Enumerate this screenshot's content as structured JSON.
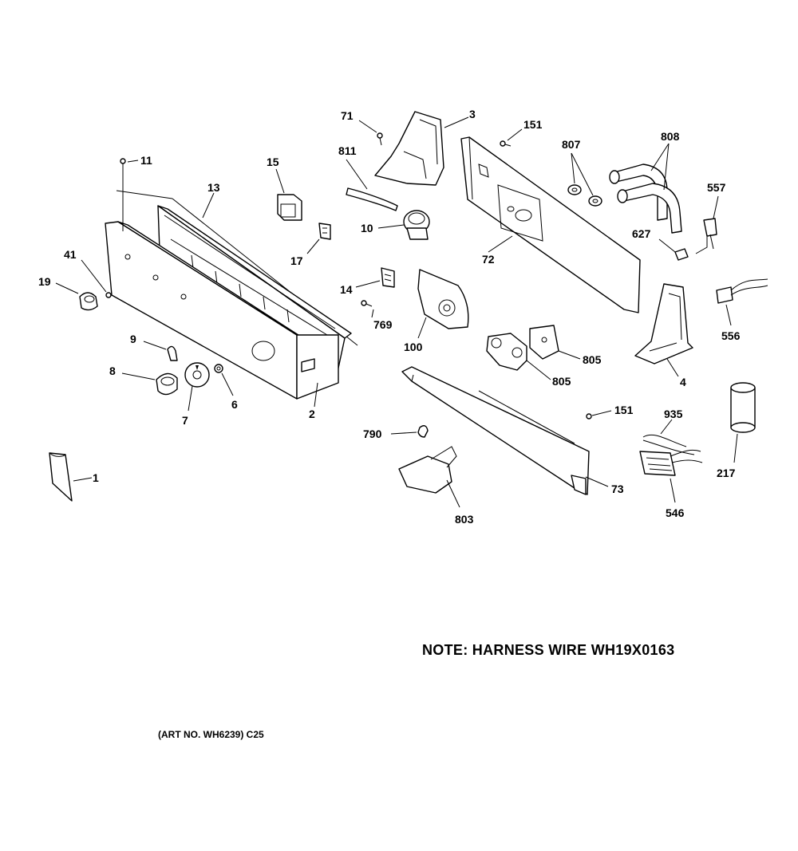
{
  "note": "NOTE: HARNESS WIRE WH19X0163",
  "art_number": "(ART NO. WH6239) C25",
  "callouts": {
    "c1": "1",
    "c2": "2",
    "c3": "3",
    "c4": "4",
    "c6": "6",
    "c7": "7",
    "c8": "8",
    "c9": "9",
    "c10": "10",
    "c11": "11",
    "c13": "13",
    "c14": "14",
    "c15": "15",
    "c17": "17",
    "c19": "19",
    "c41": "41",
    "c71": "71",
    "c72": "72",
    "c73": "73",
    "c100": "100",
    "c151a": "151",
    "c151b": "151",
    "c217": "217",
    "c546": "546",
    "c556": "556",
    "c557": "557",
    "c627": "627",
    "c769": "769",
    "c790": "790",
    "c803": "803",
    "c805a": "805",
    "c805b": "805",
    "c807": "807",
    "c808": "808",
    "c811": "811",
    "c935": "935"
  }
}
